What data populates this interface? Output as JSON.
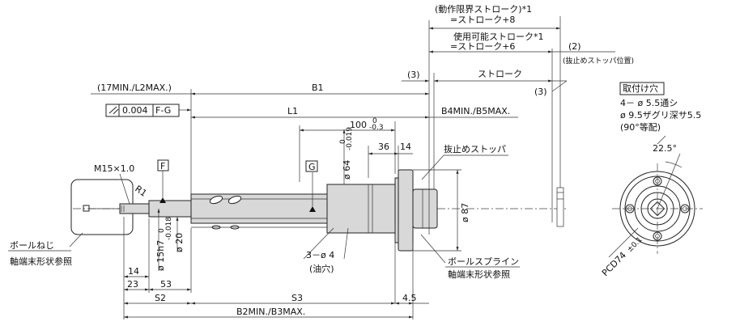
{
  "dims": {
    "stroke_total_label": "(動作限界ストローク)*1",
    "stroke_total_eq": "=ストローク+8",
    "usable_stroke_label": "使用可能ストローク*1",
    "usable_stroke_eq": "=ストローク+6",
    "stroke": "ストローク",
    "paren2": "(2)",
    "stopper_pos": "(抜止めストッパ位置)",
    "paren3a": "(3)",
    "paren3b": "(3)",
    "b1": "B1",
    "l2_range": "(17MIN./L2MAX.)",
    "l1": "L1",
    "b4b5": "B4MIN./B5MAX.",
    "runout_value": "0.004",
    "runout_datum": "F-G",
    "len100": "100",
    "tol100": "-0.3",
    "tol100_upper": "0",
    "d64": "ø 64",
    "tol64": "-0.019",
    "tol64_upper": "0",
    "len36": "36",
    "len14_top": "14",
    "stopper": "抜止めストッパ",
    "m15": "M15×1.0",
    "datum_f": "F",
    "datum_g": "G",
    "r1": "R1",
    "d15": "ø 15h7",
    "tol15": "-0.018",
    "tol15_upper": "0",
    "d20": "ø 20",
    "d87": "ø 87",
    "holes": "3－ø 4",
    "oil": "(油穴)",
    "ball_screw_1": "ボールねじ",
    "ball_screw_2": "軸端末形状参照",
    "ball_spline_1": "ボールスプライン",
    "ball_spline_2": "軸端末形状参照",
    "len14_bottom": "14",
    "len23": "23",
    "len53": "53",
    "s2": "S2",
    "s3": "S3",
    "len4_5": "4.5",
    "b2b3": "B2MIN./B3MAX."
  },
  "flange": {
    "title": "取付け穴",
    "line1": "4－ ø 5.5通シ",
    "line2": "ø 9.5ザグリ深サ5.5",
    "line3": "(90°等配)",
    "angle": "22.5°",
    "pcd": "PCD74",
    "pcd_tol": "±0.1"
  }
}
